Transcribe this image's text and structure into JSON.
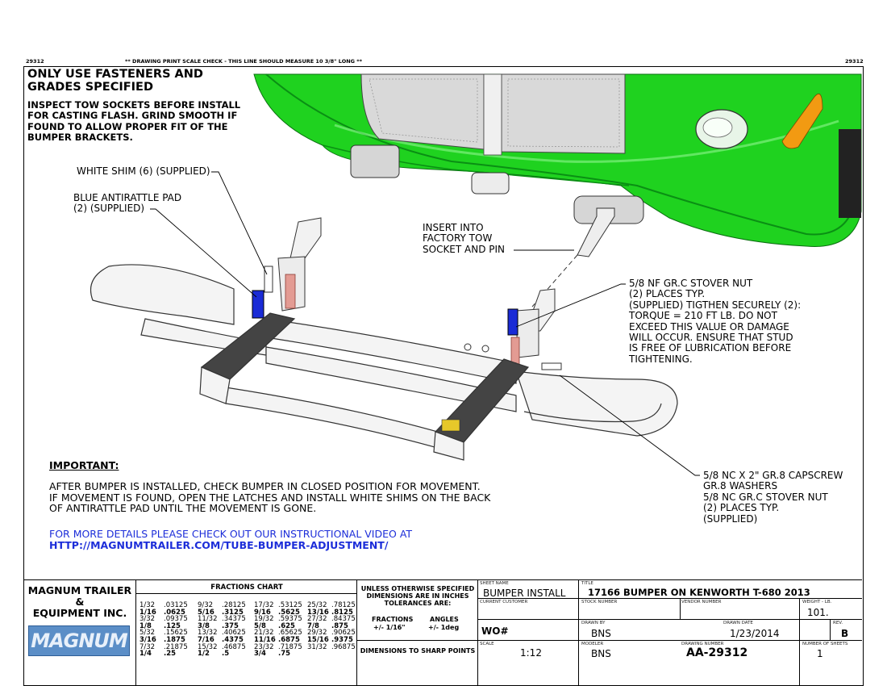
{
  "top_strip": {
    "left_number": "29312",
    "scale_check": "** DRAWING PRINT SCALE CHECK - THIS LINE SHOULD MEASURE 10 3/8\" LONG **",
    "right_number": "29312"
  },
  "notes": {
    "heading": "ONLY USE FASTENERS AND GRADES SPECIFIED",
    "inspect": "INSPECT TOW SOCKETS BEFORE INSTALL FOR CASTING FLASH. GRIND SMOOTH IF FOUND TO ALLOW PROPER FIT OF THE BUMPER BRACKETS."
  },
  "callouts": {
    "white_shim": "WHITE SHIM (6) (SUPPLIED)",
    "blue_pad": "BLUE ANTIRATTLE PAD\n(2) (SUPPLIED)",
    "tow_socket": "INSERT INTO\nFACTORY TOW\nSOCKET AND PIN",
    "stover_nut": "5/8 NF GR.C STOVER NUT\n(2) PLACES TYP.\n(SUPPLIED) TIGTHEN SECURELY (2):\nTORQUE = 210 FT LB. DO NOT\nEXCEED THIS VALUE OR DAMAGE\nWILL OCCUR. ENSURE THAT STUD\nIS FREE OF LUBRICATION BEFORE\nTIGHTENING.",
    "capscrew": "5/8 NC X 2\" GR.8 CAPSCREW\nGR.8 WASHERS\n5/8 NC GR.C STOVER NUT\n(2) PLACES TYP.\n(SUPPLIED)"
  },
  "important": {
    "heading": "IMPORTANT:",
    "body": "AFTER BUMPER IS INSTALLED, CHECK BUMPER IN CLOSED POSITION FOR MOVEMENT.\nIF MOVEMENT IS FOUND,  OPEN THE LATCHES AND INSTALL WHITE SHIMS ON THE BACK\nOF ANTIRATTLE PAD UNTIL THE MOVEMENT IS GONE.",
    "video_text": "FOR MORE DETAILS PLEASE CHECK OUT OUR INSTRUCTIONAL VIDEO AT",
    "video_url": "HTTP://MAGNUMTRAILER.COM/TUBE-BUMPER-ADJUSTMENT/"
  },
  "title_block": {
    "company": "MAGNUM TRAILER\n&\nEQUIPMENT INC.",
    "logo_text": "MAGNUM",
    "fractions_title": "FRACTIONS CHART",
    "fractions": [
      [
        [
          "1/32",
          ".03125",
          false
        ],
        [
          "1/16",
          ".0625",
          true
        ],
        [
          "3/32",
          ".09375",
          false
        ],
        [
          "1/8",
          ".125",
          true
        ],
        [
          "5/32",
          ".15625",
          false
        ],
        [
          "3/16",
          ".1875",
          true
        ],
        [
          "7/32",
          ".21875",
          false
        ],
        [
          "1/4",
          ".25",
          true
        ]
      ],
      [
        [
          "9/32",
          ".28125",
          false
        ],
        [
          "5/16",
          ".3125",
          true
        ],
        [
          "11/32",
          ".34375",
          false
        ],
        [
          "3/8",
          ".375",
          true
        ],
        [
          "13/32",
          ".40625",
          false
        ],
        [
          "7/16",
          ".4375",
          true
        ],
        [
          "15/32",
          ".46875",
          false
        ],
        [
          "1/2",
          ".5",
          true
        ]
      ],
      [
        [
          "17/32",
          ".53125",
          false
        ],
        [
          "9/16",
          ".5625",
          true
        ],
        [
          "19/32",
          ".59375",
          false
        ],
        [
          "5/8",
          ".625",
          true
        ],
        [
          "21/32",
          ".65625",
          false
        ],
        [
          "11/16",
          ".6875",
          true
        ],
        [
          "23/32",
          ".71875",
          false
        ],
        [
          "3/4",
          ".75",
          true
        ]
      ],
      [
        [
          "25/32",
          ".78125",
          false
        ],
        [
          "13/16",
          ".8125",
          true
        ],
        [
          "27/32",
          ".84375",
          false
        ],
        [
          "7/8",
          ".875",
          true
        ],
        [
          "29/32",
          ".90625",
          false
        ],
        [
          "15/16",
          ".9375",
          true
        ],
        [
          "31/32",
          ".96875",
          false
        ]
      ]
    ],
    "tolerances_title": "UNLESS OTHERWISE SPECIFIED DIMENSIONS ARE IN INCHES TOLERANCES ARE:",
    "fractions_label": "FRACTIONS",
    "fractions_tol": "+/- 1/16\"",
    "angles_label": "ANGLES",
    "angles_tol": "+/- 1deg",
    "sharp_points": "DIMENSIONS TO SHARP POINTS",
    "sheet_name_label": "SHEET NAME",
    "sheet_name": "BUMPER INSTALL",
    "title_label": "TITLE",
    "title": "17166 BUMPER ON KENWORTH T-680 2013",
    "current_customer_label": "CURRENT CUSTOMER",
    "stock_number_label": "STOCK NUMBER",
    "vendor_number_label": "VENDOR NUMBER",
    "weight_label": "WEIGHT - LB.",
    "weight": "101.",
    "wo_label": "WO#",
    "drawn_by_label": "DRAWN BY",
    "drawn_by": "BNS",
    "drawn_date_label": "DRAWN DATE",
    "drawn_date": "1/23/2014",
    "rev_label": "REV.",
    "rev": "B",
    "scale_label": "SCALE",
    "scale": "1:12",
    "modeler_label": "MODELER",
    "modeler": "BNS",
    "drawing_number_label": "DRAWING NUMBER",
    "drawing_number": "AA-29312",
    "sheets_label": "NUMBER OF SHEETS",
    "sheets": "1"
  },
  "colors": {
    "truck_green": "#1fd21f",
    "truck_green_dark": "#0a8f14",
    "link_blue": "#1d2ed9",
    "pad_blue": "#1a2bd6",
    "logo_blue": "#5b8ec7",
    "turn_signal": "#f29a12"
  }
}
